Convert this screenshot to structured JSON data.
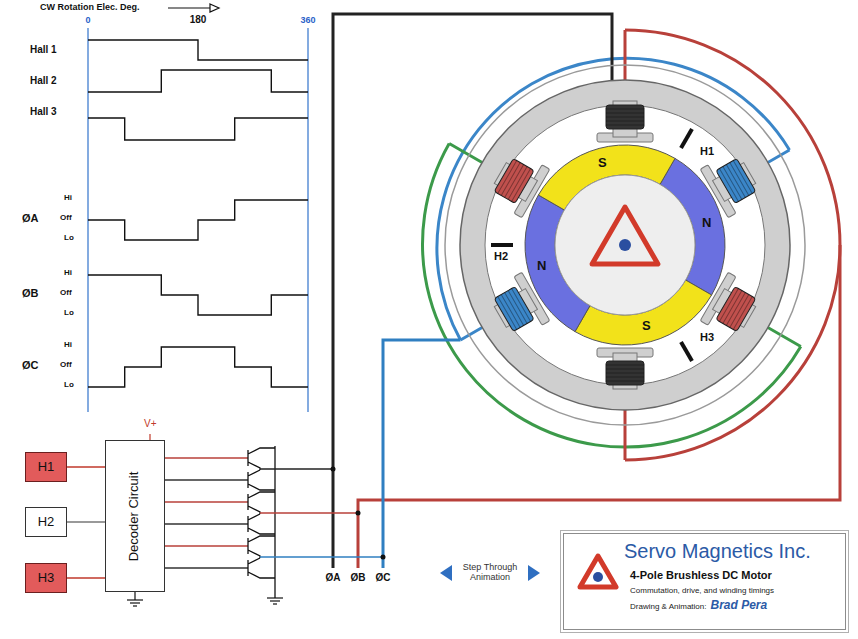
{
  "diagram": {
    "nodes": [
      {
        "text": [
          "H1"
        ]
      },
      {
        "text": [
          "H2"
        ]
      },
      {
        "text": [
          "H3"
        ]
      },
      {
        "text": [
          "Decoder Circuit"
        ]
      },
      {
        "text": [
          "Servo Magnetics Inc.",
          "4-Pole Brushless DC Motor",
          "Commutation, drive, and winding timings",
          "Drawing & Animation:",
          "Brad Pera"
        ]
      }
    ],
    "edges": [
      {
        "from": 0,
        "to": 3,
        "arrow": "none"
      },
      {
        "from": 1,
        "to": 3,
        "arrow": "none"
      },
      {
        "from": 2,
        "to": 3,
        "arrow": "none"
      }
    ],
    "labels": [
      "CW Rotation Elec. Deg.",
      "0",
      "180",
      "360",
      "Hall 1",
      "Hall 2",
      "Hall 3",
      "Hi",
      "ØA",
      "Off",
      "Lo",
      "Hi",
      "ØB",
      "Off",
      "Lo",
      "Hi",
      "ØC",
      "Off",
      "Lo",
      "V+",
      "ØA",
      "ØB",
      "ØC",
      "Step Through Animation",
      "H1",
      "H2",
      "H3",
      "S",
      "N",
      "S",
      "N"
    ]
  }
}
